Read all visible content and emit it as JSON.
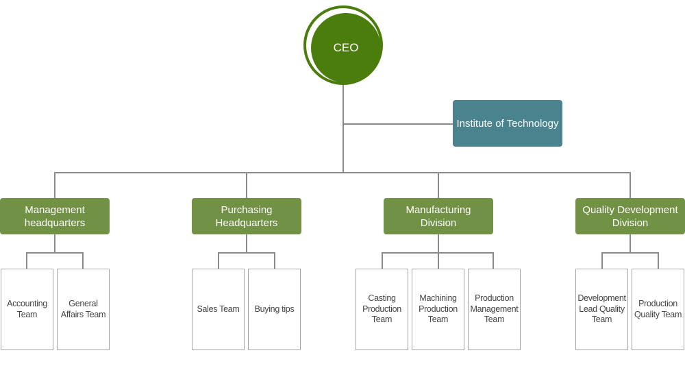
{
  "ceo": {
    "label": "CEO"
  },
  "institute": {
    "label": "Institute of Technology"
  },
  "divisions": [
    {
      "label": "Management\nheadquarters",
      "teams": [
        "Accounting\nTeam",
        "General\nAffairs Team"
      ]
    },
    {
      "label": "Purchasing\nHeadquarters",
      "teams": [
        "Sales Team",
        "Buying tips"
      ]
    },
    {
      "label": "Manufacturing\nDivision",
      "teams": [
        "Casting\nProduction\nTeam",
        "Machining\nProduction\nTeam",
        "Production\nManagement\nTeam"
      ]
    },
    {
      "label": "Quality Development\nDivision",
      "teams": [
        "Development\nLead Quality\nTeam",
        "Production\nQuality Team"
      ]
    }
  ],
  "colors": {
    "ceo": "#4a7d0c",
    "institute": "#4a838e",
    "division": "#719145",
    "connector": "#8a8a8a"
  }
}
